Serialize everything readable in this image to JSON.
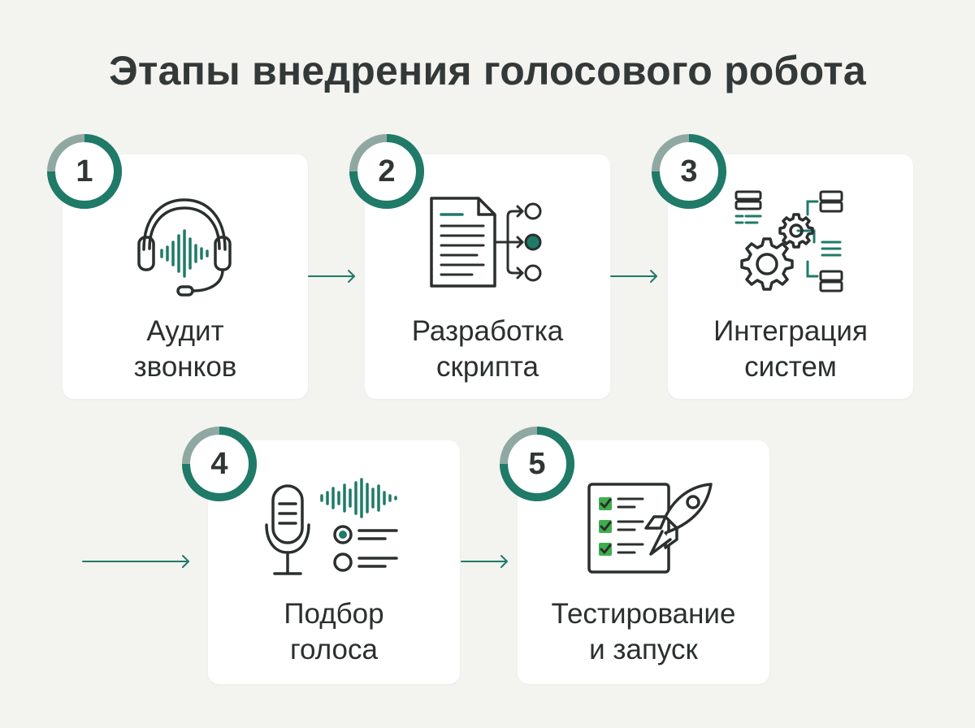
{
  "title": "Этапы внедрения голосового робота",
  "colors": {
    "accent": "#1f7a68",
    "ring_light": "#8fa9a2",
    "stroke": "#2b2f2e",
    "background": "#f3f3ef",
    "card": "#ffffff",
    "check_green": "#3fae4e"
  },
  "steps": [
    {
      "number": "1",
      "line1": "Аудит",
      "line2": "звонков",
      "icon": "headset-icon"
    },
    {
      "number": "2",
      "line1": "Разработка",
      "line2": "скрипта",
      "icon": "script-document-icon"
    },
    {
      "number": "3",
      "line1": "Интеграция",
      "line2": "систем",
      "icon": "gears-integration-icon"
    },
    {
      "number": "4",
      "line1": "Подбор",
      "line2": "голоса",
      "icon": "microphone-voice-icon"
    },
    {
      "number": "5",
      "line1": "Тестирование",
      "line2": "и запуск",
      "icon": "checklist-rocket-icon"
    }
  ]
}
